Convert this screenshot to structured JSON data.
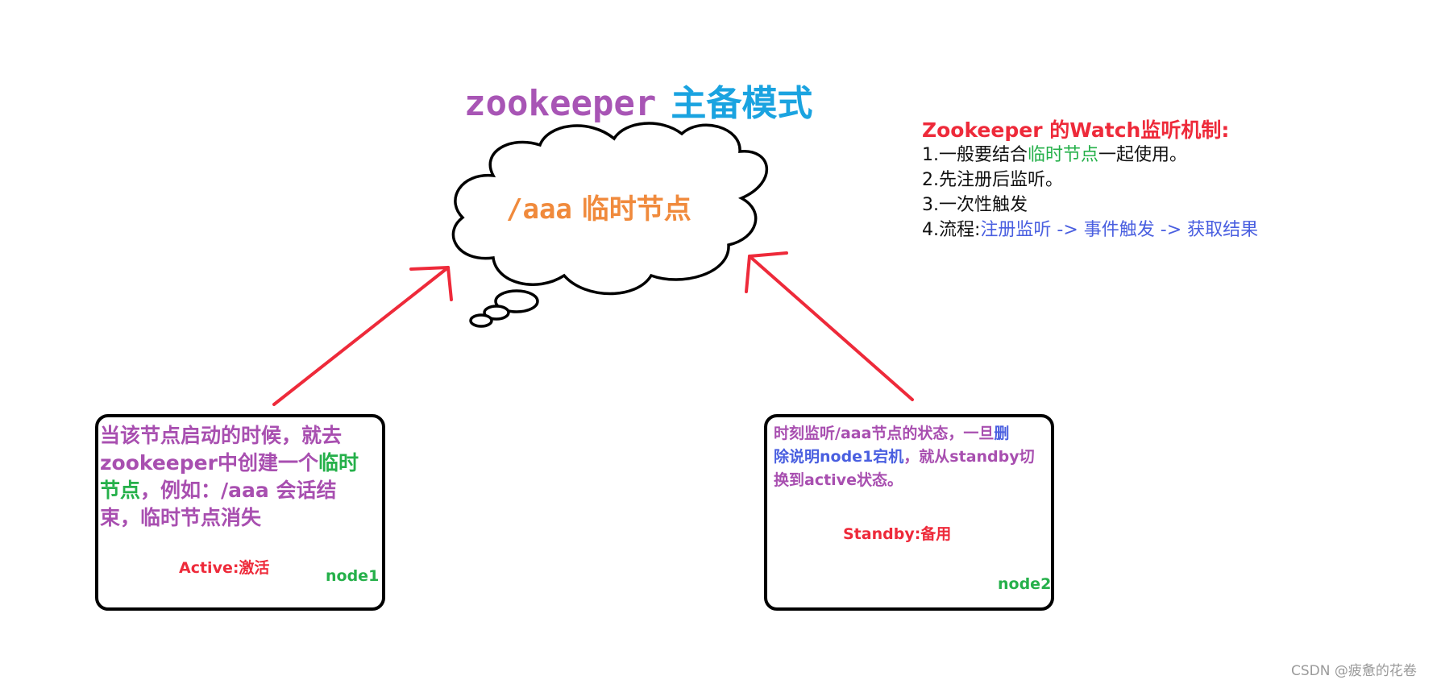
{
  "title": {
    "part1": "zookeeper",
    "part2": "主备模式"
  },
  "cloud": {
    "label_path": "/aaa",
    "label_text": "临时节点"
  },
  "watch": {
    "title": "Zookeeper 的Watch监听机制:",
    "item1_prefix": "1.一般要结合",
    "item1_highlight": "临时节点",
    "item1_suffix": "一起使用。",
    "item2": "2.先注册后监听。",
    "item3": "3.一次性触发",
    "item4_prefix": "4.流程:",
    "item4_flow": "注册监听 -> 事件触发 -> 获取结果"
  },
  "node1": {
    "line1": "当该节点启动的时候，就去",
    "line2_a": "zookeeper中创建一个",
    "line2_b": "临时",
    "line3_a": "节点",
    "line3_b": "，例如：/aaa 会话结",
    "line4": "束，临时节点消失",
    "role": "Active:激活",
    "name": "node1"
  },
  "node2": {
    "line1_a": "时刻监听/aaa节点的状态，一旦",
    "line1_b": "删",
    "line2_a": "除说明node1宕机",
    "line2_b": "，就从standby切",
    "line3": "换到active状态。",
    "role": "Standby:备用",
    "name": "node2"
  },
  "watermark": "CSDN @疲惫的花卷",
  "colors": {
    "title_purple": "#a855b5",
    "title_blue": "#1aa3e0",
    "cloud_orange": "#f08a3c",
    "red": "#ee2a3a",
    "green": "#25b04a",
    "blue": "#4a5fe0",
    "purple": "#a84fb0",
    "black": "#000000"
  }
}
